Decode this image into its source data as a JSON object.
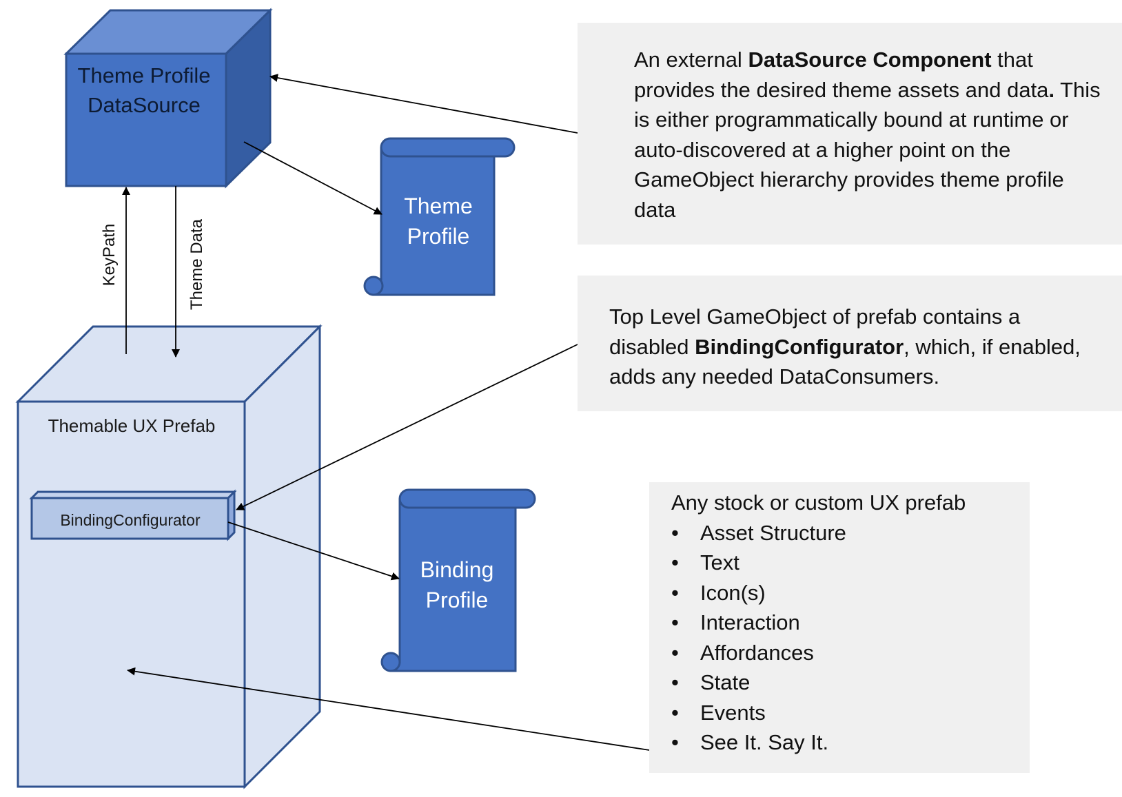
{
  "diagram": {
    "datasource_cube": {
      "label": "Theme Profile DataSource"
    },
    "theme_profile_scroll": {
      "label": "Theme Profile"
    },
    "binding_profile_scroll": {
      "label": "Binding Profile"
    },
    "prefab_box": {
      "label": "Themable UX Prefab"
    },
    "binding_configurator": {
      "label": "BindingConfigurator"
    },
    "keypath_arrow": {
      "label": "KeyPath"
    },
    "theme_data_arrow": {
      "label": "Theme Data"
    }
  },
  "notes": {
    "datasource_note": {
      "prefix": "An external ",
      "bold": "DataSource Component",
      "middle": " that provides the desired theme assets and data",
      "bold_period": ".",
      "suffix": " This is either programmatically bound at runtime or auto-discovered at a higher point on the GameObject hierarchy provides theme profile data"
    },
    "configurator_note": {
      "prefix": "Top Level GameObject of prefab contains a disabled ",
      "bold": "BindingConfigurator",
      "suffix": ", which, if enabled, adds any needed DataConsumers."
    },
    "prefab_note": {
      "heading": "Any stock or custom UX prefab",
      "bullets": [
        "Asset Structure",
        "Text",
        "Icon(s)",
        "Interaction",
        "Affordances",
        "State",
        "Events",
        "See It. Say It."
      ]
    }
  },
  "colors": {
    "cube_front": "#4472c4",
    "cube_top": "#6a8fd3",
    "cube_side": "#355da3",
    "cube_outline": "#2f528f",
    "prefab_fill": "#dae3f3",
    "note_background": "#f0f0f0"
  }
}
